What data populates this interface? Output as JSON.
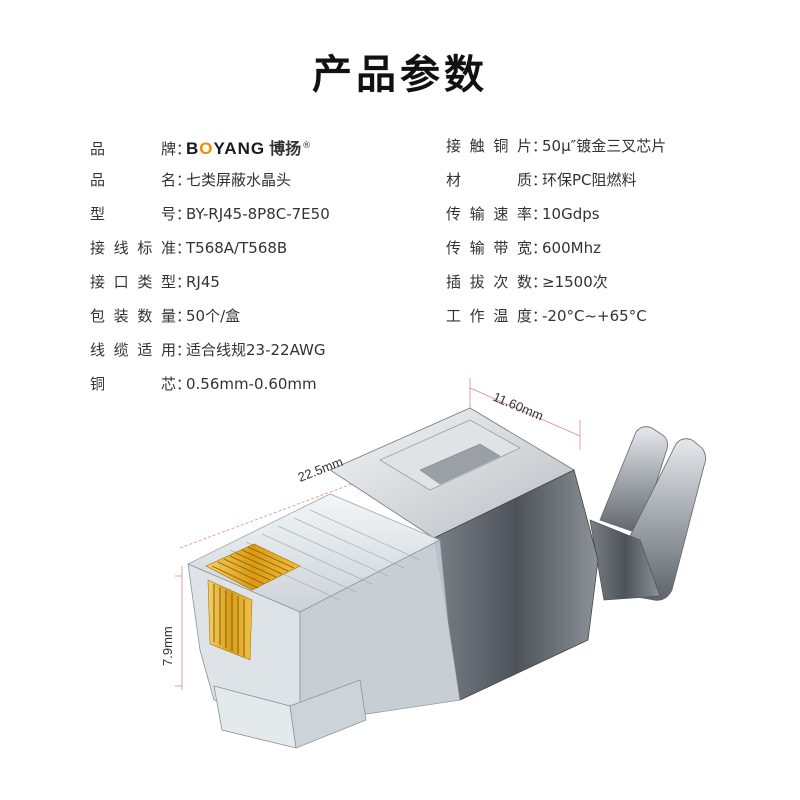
{
  "title": "产品参数",
  "specs_left": [
    {
      "label": "品牌",
      "value": ""
    },
    {
      "label": "品名",
      "value": "七类屏蔽水晶头"
    },
    {
      "label": "型号",
      "value": "BY-RJ45-8P8C-7E50"
    },
    {
      "label": "接线标准",
      "value": "T568A/T568B"
    },
    {
      "label": "接口类型",
      "value": "RJ45"
    },
    {
      "label": "包装数量",
      "value": "50个/盒"
    },
    {
      "label": "线缆适用",
      "value": "适合线规23-22AWG"
    },
    {
      "label": "铜芯",
      "value": "0.56mm-0.60mm"
    }
  ],
  "brand": {
    "logo_prefix": "B",
    "logo_o": "O",
    "logo_suffix": "YANG",
    "cn_name": "博扬",
    "reg_mark": "®",
    "accent_color": "#f08c00"
  },
  "specs_right": [
    {
      "label": "接触铜片",
      "value": "50μ″镀金三叉芯片"
    },
    {
      "label": "材质",
      "value": "环保PC阻燃料"
    },
    {
      "label": "传输速率",
      "value": "10Gdps"
    },
    {
      "label": "传输带宽",
      "value": "600Mhz"
    },
    {
      "label": "插拔次数",
      "value": "≥1500次"
    },
    {
      "label": "工作温度",
      "value": "-20°C~+65°C"
    }
  ],
  "dimensions": {
    "length": "22.5mm",
    "width": "11.60mm",
    "height": "7.9mm"
  },
  "colors": {
    "gold": "#e8b020",
    "metal": "#8a8f96"
  }
}
